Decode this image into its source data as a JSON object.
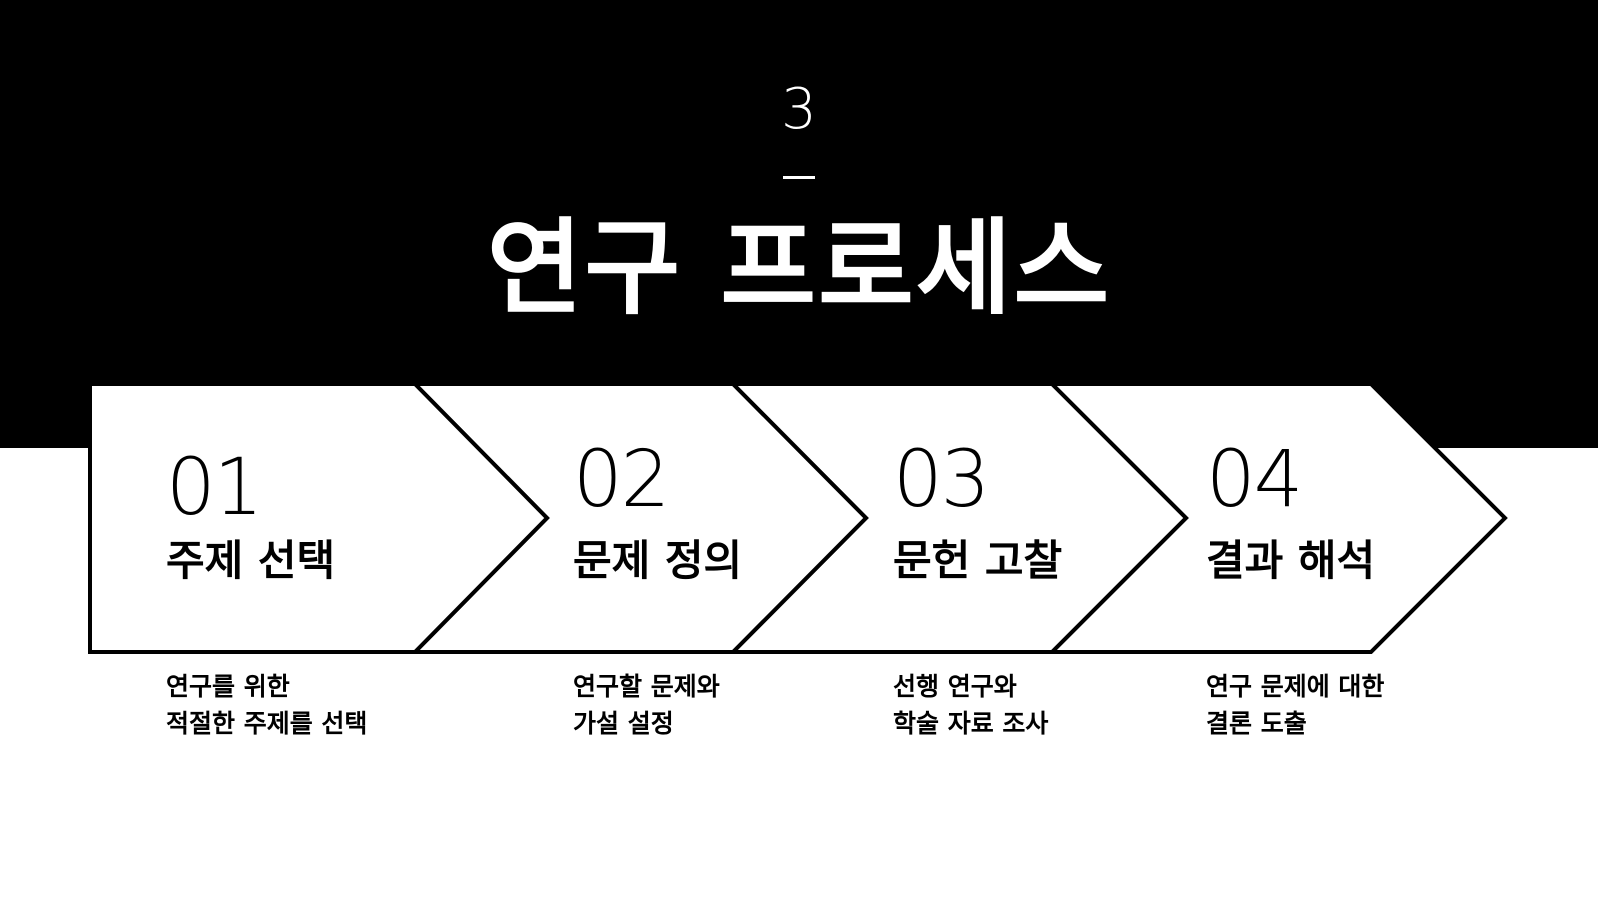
{
  "header": {
    "section_number": "3",
    "title": "연구 프로세스"
  },
  "colors": {
    "background_top": "#000000",
    "background_bottom": "#ffffff",
    "arrow_fill": "#ffffff",
    "arrow_stroke": "#000000",
    "text_dark": "#000000",
    "text_light": "#ffffff"
  },
  "steps": [
    {
      "number": "01",
      "title": "주제 선택",
      "description": [
        "연구를 위한",
        "적절한 주제를 선택"
      ]
    },
    {
      "number": "02",
      "title": "문제 정의",
      "description": [
        "연구할 문제와",
        "가설 설정"
      ]
    },
    {
      "number": "03",
      "title": "문헌 고찰",
      "description": [
        "선행 연구와",
        "학술 자료 조사"
      ]
    },
    {
      "number": "04",
      "title": "결과 해석",
      "description": [
        "연구 문제에 대한",
        "결론 도출"
      ]
    }
  ]
}
